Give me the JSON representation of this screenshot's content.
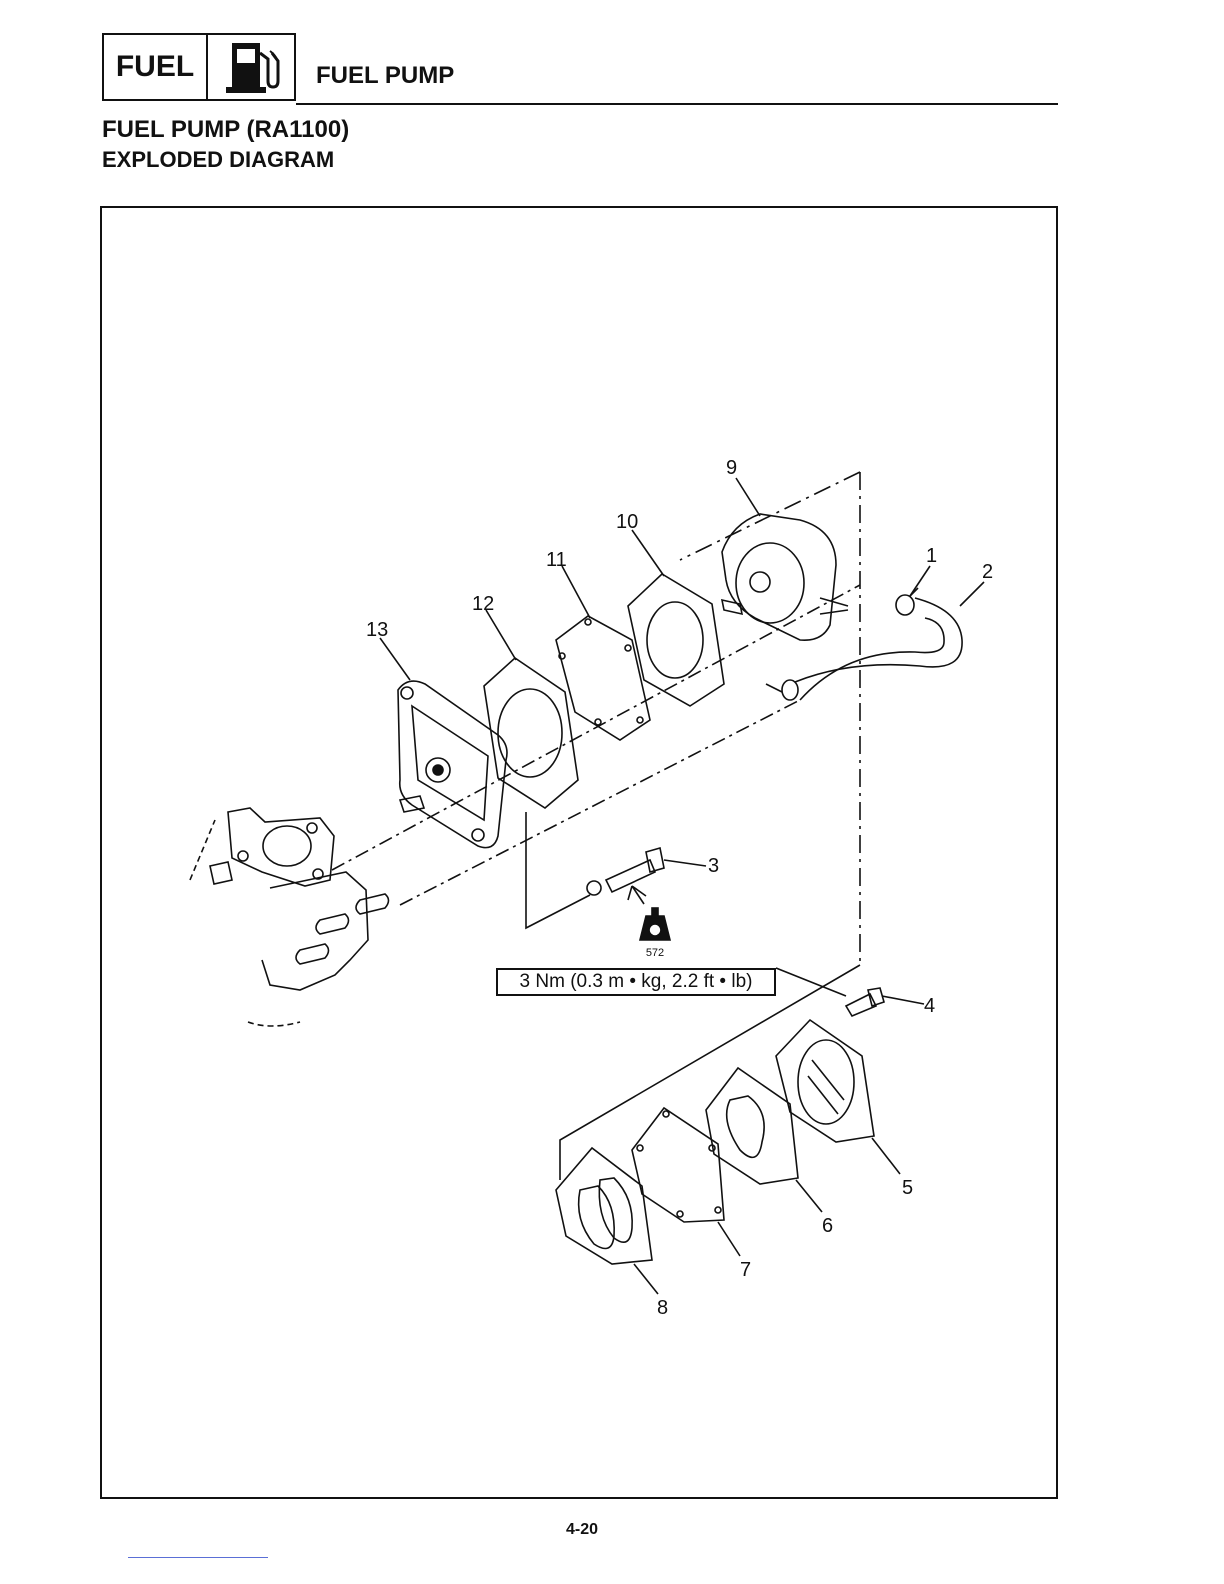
{
  "header": {
    "section_label": "FUEL",
    "section_icon": "fuel-pump-icon",
    "title": "FUEL PUMP"
  },
  "subtitle": {
    "line1": "FUEL PUMP (RA1100)",
    "line2": "EXPLODED DIAGRAM"
  },
  "diagram": {
    "callouts": [
      "1",
      "2",
      "3",
      "4",
      "5",
      "6",
      "7",
      "8",
      "9",
      "10",
      "11",
      "12",
      "13"
    ],
    "torque_spec": "3 Nm (0.3 m • kg, 2.2 ft • lb)",
    "locktite_icon": "loctite-icon",
    "locktite_code": "572"
  },
  "footer": {
    "page_number": "4-20"
  }
}
